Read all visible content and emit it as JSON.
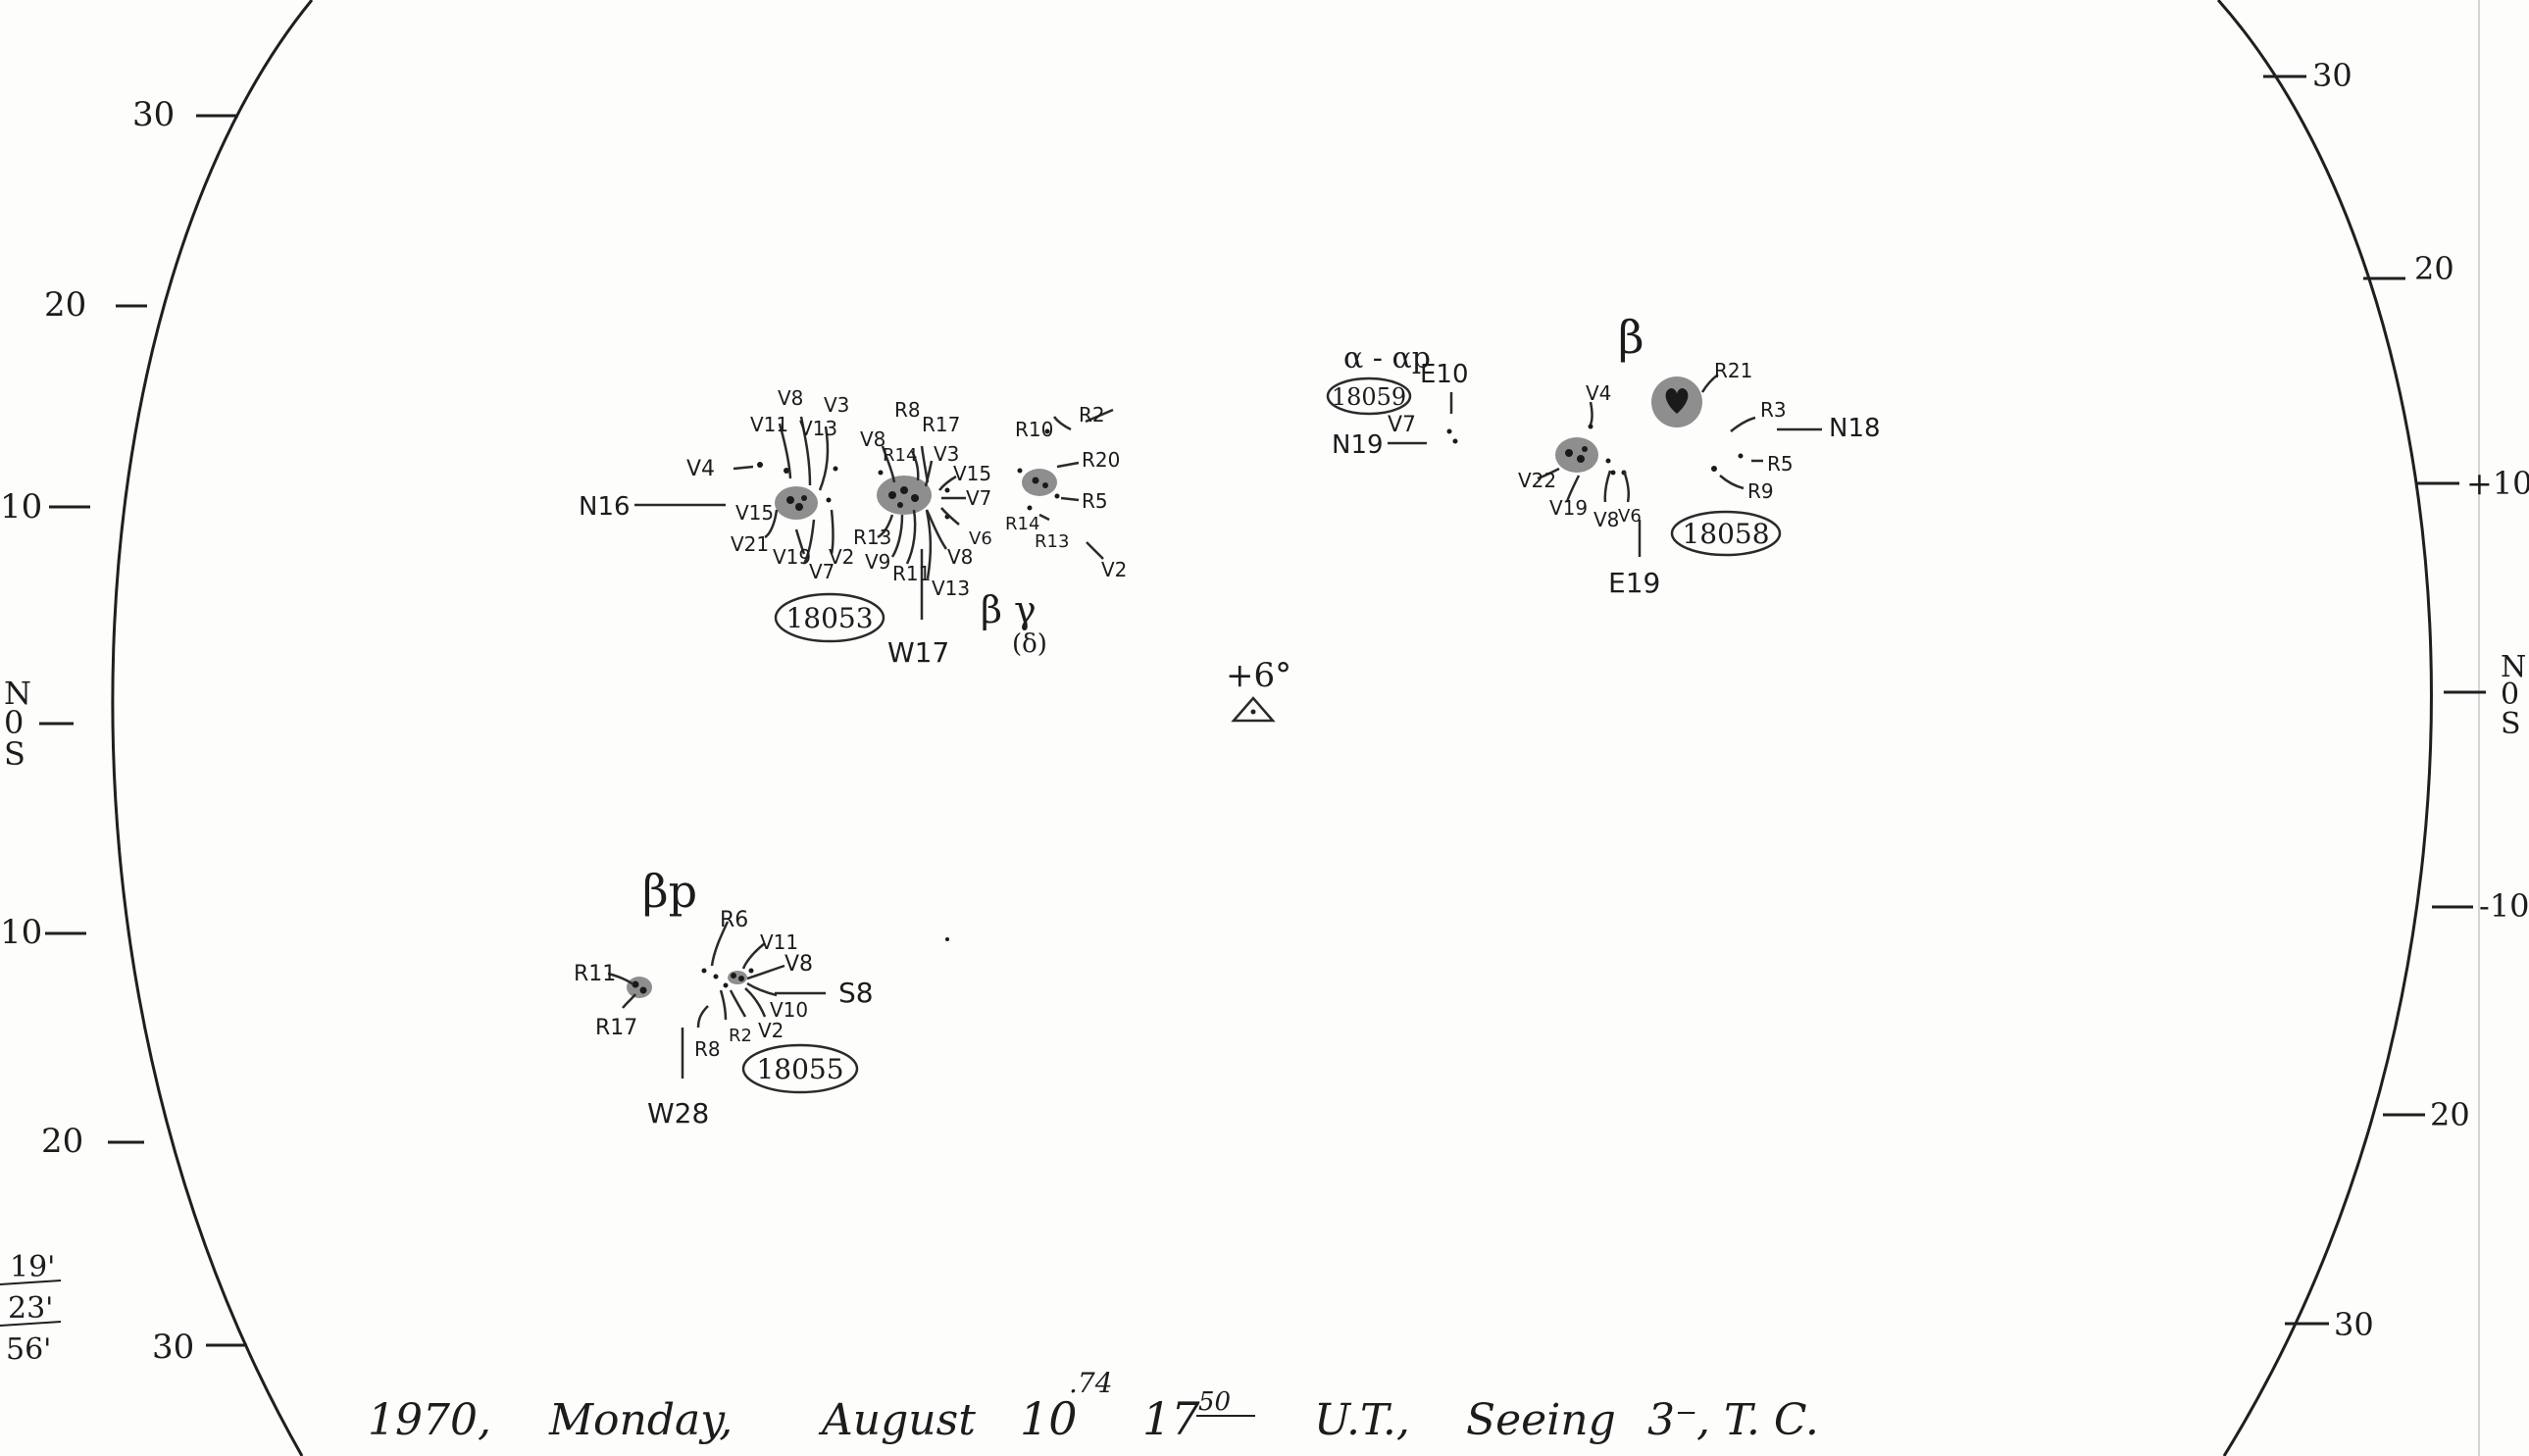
{
  "caption": {
    "year": "1970,",
    "weekday": "Monday,",
    "month": "August",
    "day": "10",
    "day_fraction": ".74",
    "time": "17",
    "time_minutes": "50",
    "ut": "U.T.,",
    "seeing_label": "Seeing",
    "seeing_value": "3⁻",
    "observer": ", T. C."
  },
  "left_scale": {
    "ticks": [
      "30",
      "20",
      "10",
      "N",
      "0",
      "S",
      "10",
      "20",
      "30"
    ],
    "angles": [
      "19'",
      "23'",
      "56'"
    ]
  },
  "right_scale": {
    "ticks": [
      "30",
      "20",
      "+10",
      "N",
      "0",
      "S",
      "-10",
      "20",
      "30"
    ]
  },
  "center": {
    "inclination": "+6°"
  },
  "groups": [
    {
      "number": "18053",
      "class": "β γ",
      "class_note": "(δ)",
      "north_label": "N16",
      "west_label": "W17",
      "spot_labels": [
        "V4",
        "V11",
        "V8",
        "V13",
        "V3",
        "V15",
        "V21",
        "V19",
        "V7",
        "V2",
        "V8",
        "R8",
        "R17",
        "R14",
        "V3",
        "V15",
        "V7",
        "V6",
        "V8",
        "R13",
        "V9",
        "R11",
        "V13",
        "R10",
        "R2",
        "R20",
        "R5",
        "R14",
        "R13",
        "V2"
      ]
    },
    {
      "number": "18059",
      "class": "α - αp",
      "north_label": "N19",
      "east_label": "E10",
      "spot_labels": [
        "V7"
      ]
    },
    {
      "number": "18058",
      "class": "β",
      "north_label": "N18",
      "east_label": "E19",
      "spot_labels": [
        "V4",
        "R21",
        "R3",
        "V22",
        "R5",
        "R9",
        "V19",
        "V8",
        "V6"
      ]
    },
    {
      "number": "18055",
      "class": "βp",
      "south_label": "S8",
      "west_label": "W28",
      "spot_labels": [
        "R6",
        "V11",
        "V8",
        "R11",
        "V10",
        "R17",
        "R8",
        "R2",
        "V2"
      ]
    }
  ]
}
